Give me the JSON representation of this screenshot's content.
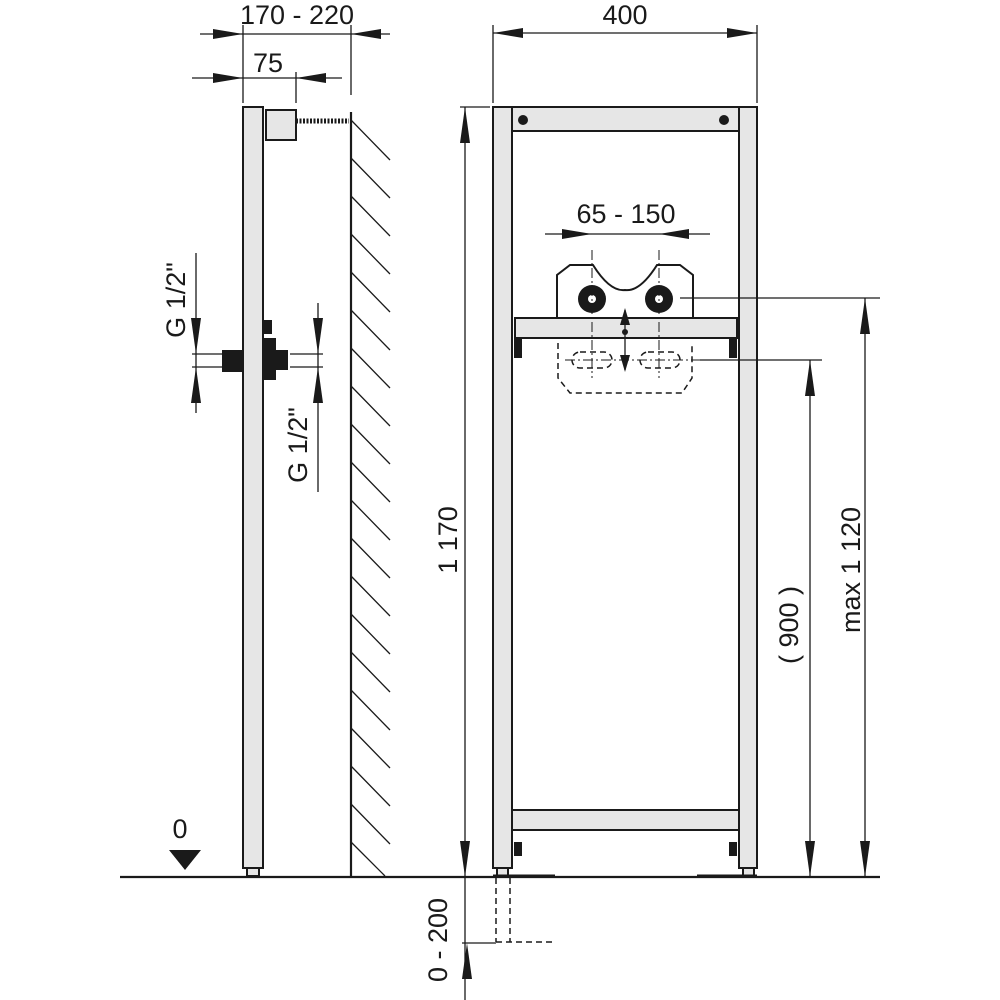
{
  "dimensions": {
    "side_depth": "170 - 220",
    "bracket_offset": "75",
    "frame_width": "400",
    "connection_spacing": "65 - 150",
    "thread_left": "G 1/2\"",
    "thread_right": "G 1/2\"",
    "frame_height": "1 170",
    "outlet_height_default": "( 900 )",
    "outlet_height_max": "max 1 120",
    "floor_level": "0",
    "leg_extension": "0 - 200"
  }
}
